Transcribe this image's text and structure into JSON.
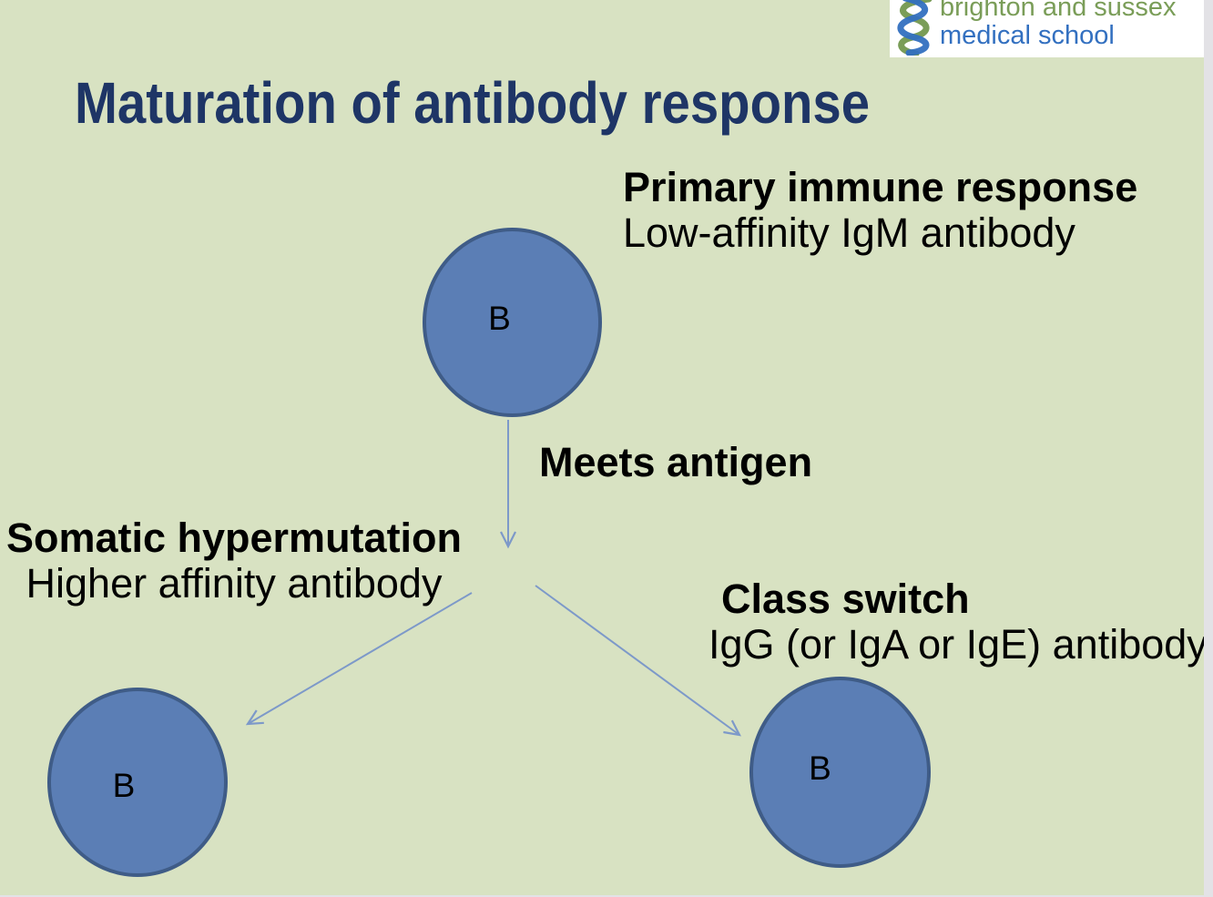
{
  "slide": {
    "title": "Maturation of antibody response"
  },
  "logo": {
    "icon": "dna-helix-icon",
    "line1": "brighton and sussex",
    "line2": "medical school"
  },
  "annotations": {
    "primary": {
      "heading": "Primary immune response",
      "subtext": "Low-affinity IgM antibody"
    },
    "meets_antigen": {
      "label": "Meets antigen"
    },
    "somatic": {
      "heading": "Somatic hypermutation",
      "subtext": "Higher affinity antibody"
    },
    "class_switch": {
      "heading": "Class switch",
      "subtext": "IgG (or IgA or IgE) antibody"
    }
  },
  "cells": [
    {
      "id": "b-cell-top",
      "label": "B"
    },
    {
      "id": "b-cell-bottom-left",
      "label": "B"
    },
    {
      "id": "b-cell-bottom-right",
      "label": "B"
    }
  ],
  "colors": {
    "bg": "#d8e2c2",
    "frame": "#e3e2e6",
    "title": "#1e3566",
    "text": "#000000",
    "cell_fill": "#5b7eb5",
    "cell_border": "#3f5c87",
    "arrow": "#7d99c9",
    "logo_green": "#7a9d58",
    "logo_blue": "#3370c0",
    "logo_bg": "#ffffff"
  }
}
